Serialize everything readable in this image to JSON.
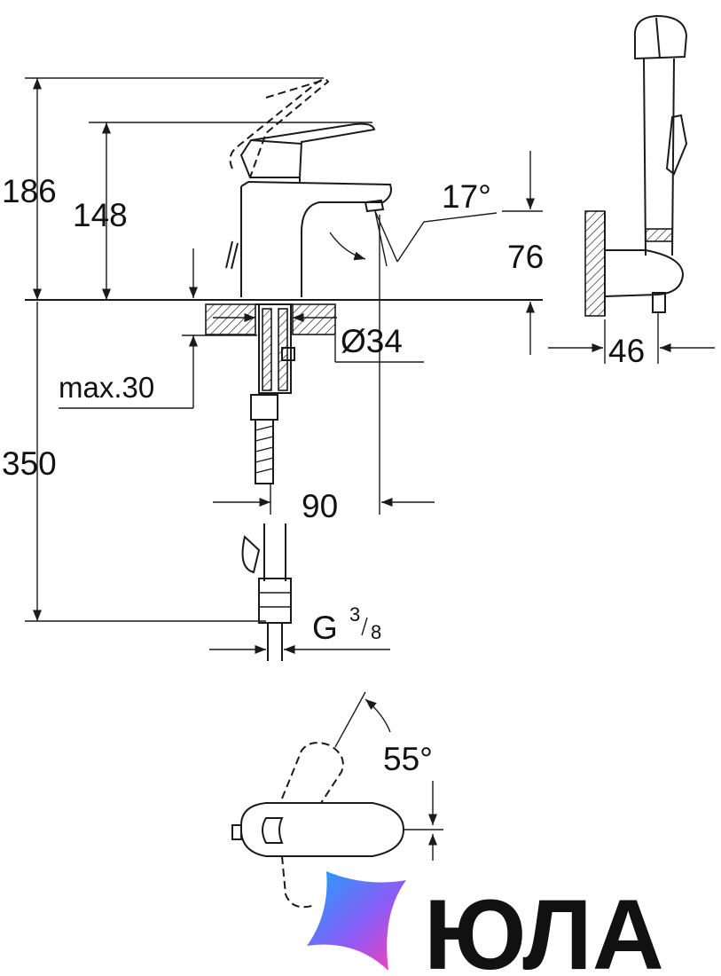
{
  "dimensions": {
    "overall_height": "186",
    "body_height": "148",
    "spout_height": "76",
    "spout_angle": "17°",
    "hole_diameter": "Ø34",
    "max_thickness": "max.30",
    "hose_length": "350",
    "spout_reach": "90",
    "thread_main": "G",
    "thread_num": "3",
    "thread_den": "8",
    "holder_width": "46",
    "lever_angle": "55°"
  },
  "logo": {
    "text": "ЮЛА",
    "gradient_colors": [
      "#1aa3ff",
      "#8a5cf6",
      "#ff3db4"
    ]
  }
}
